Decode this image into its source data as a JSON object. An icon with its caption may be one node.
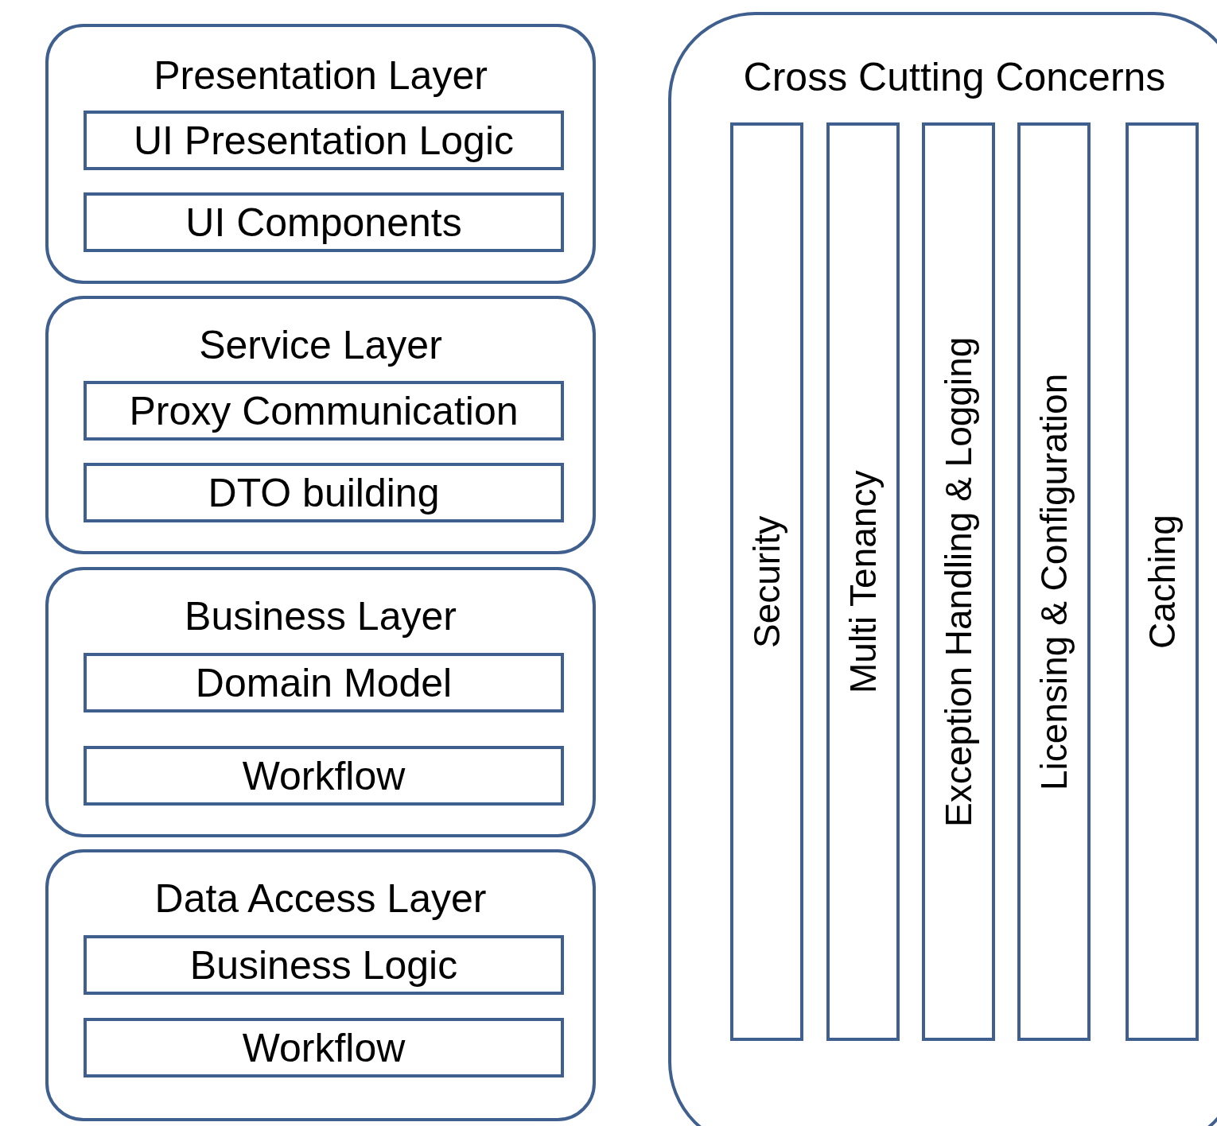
{
  "diagram": {
    "nodes": [
      {
        "text": [
          "Presentation Layer"
        ]
      },
      {
        "text": [
          "UI Presentation Logic"
        ],
        "in": 0
      },
      {
        "text": [
          "UI Components"
        ],
        "in": 0
      },
      {
        "text": [
          "Service Layer"
        ]
      },
      {
        "text": [
          "Proxy Communication"
        ],
        "in": 3
      },
      {
        "text": [
          "DTO building"
        ],
        "in": 3
      },
      {
        "text": [
          "Business Layer"
        ]
      },
      {
        "text": [
          "Domain Model"
        ],
        "in": 6
      },
      {
        "text": [
          "Workflow"
        ],
        "in": 6
      },
      {
        "text": [
          "Data Access Layer"
        ]
      },
      {
        "text": [
          "Business Logic"
        ],
        "in": 9
      },
      {
        "text": [
          "Workflow"
        ],
        "in": 9
      },
      {
        "text": [
          "Cross Cutting Concerns"
        ]
      },
      {
        "text": [
          "Security"
        ],
        "in": 12
      },
      {
        "text": [
          "Multi Tenancy"
        ],
        "in": 12
      },
      {
        "text": [
          "Exception Handling & Logging"
        ],
        "in": 12
      },
      {
        "text": [
          "Licensing & Configuration"
        ],
        "in": 12
      },
      {
        "text": [
          "Caching"
        ],
        "in": 12
      }
    ]
  }
}
